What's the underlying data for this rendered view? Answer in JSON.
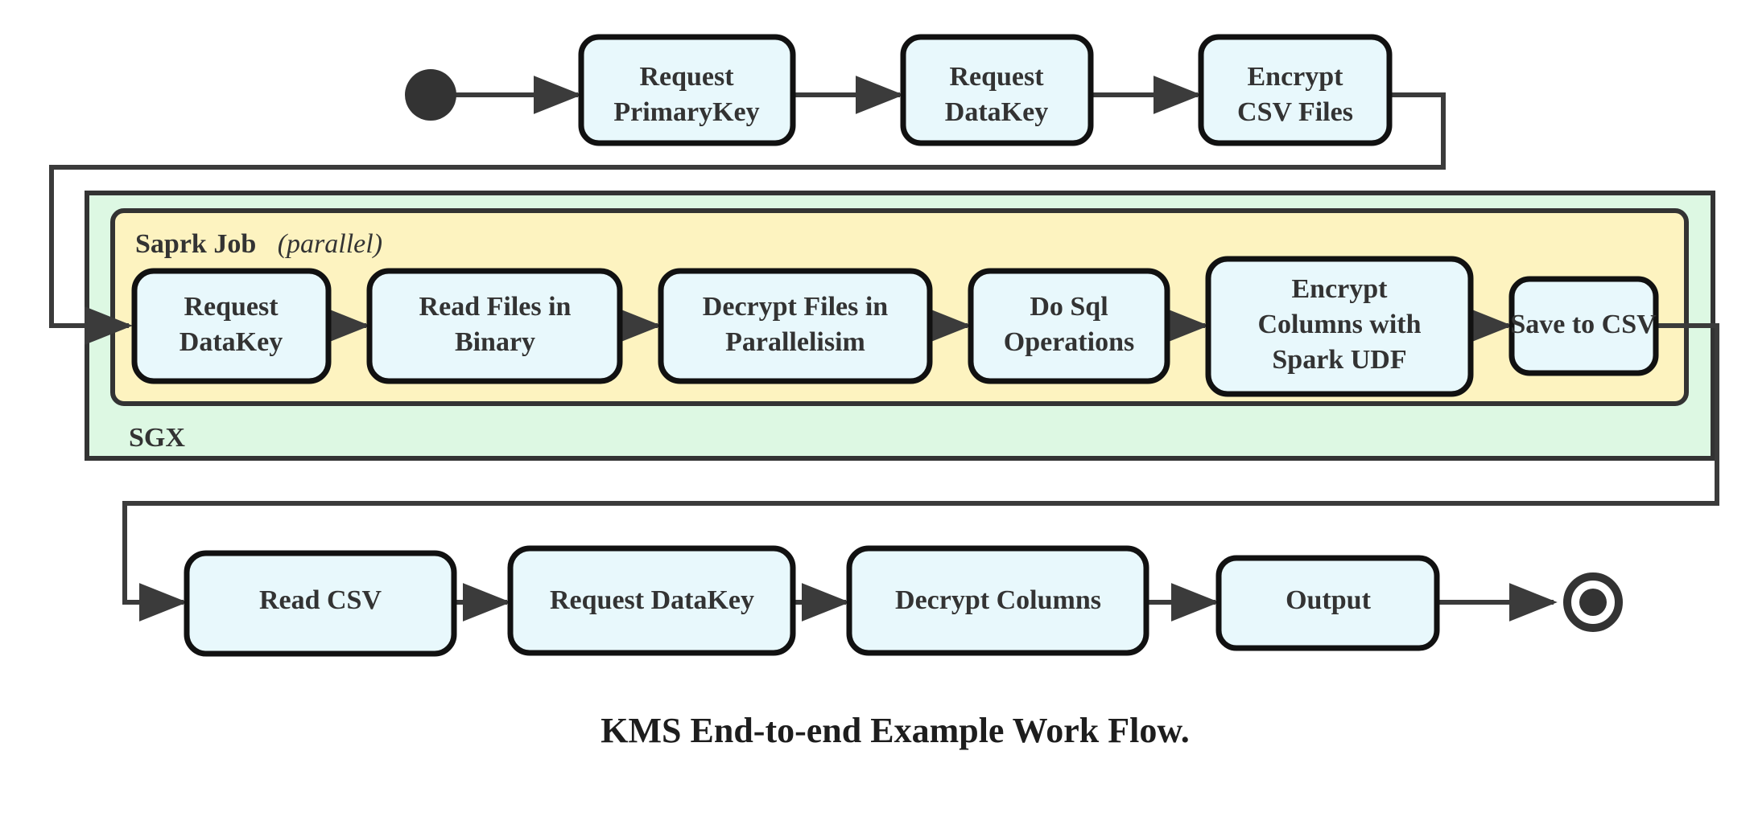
{
  "caption": "KMS End-to-end Example Work Flow.",
  "colors": {
    "node_fill": "#e8f8fc",
    "node_stroke": "#111111",
    "sgx_fill": "#ddf8e3",
    "spark_fill": "#fdf3c0",
    "edge": "#3b3b3b",
    "text": "#333333",
    "background": "#ffffff"
  },
  "terminals": {
    "start_name": "start-node",
    "end_name": "end-node"
  },
  "groups": {
    "sgx": {
      "label": "SGX"
    },
    "spark": {
      "label_bold": "Saprk Job",
      "label_italic": "(parallel)"
    }
  },
  "top_row": [
    {
      "id": "request-primarykey",
      "lines": [
        "Request",
        "PrimaryKey"
      ]
    },
    {
      "id": "request-datakey-top",
      "lines": [
        "Request",
        "DataKey"
      ]
    },
    {
      "id": "encrypt-csv-files",
      "lines": [
        "Encrypt",
        "CSV Files"
      ]
    }
  ],
  "spark_row": [
    {
      "id": "request-datakey-spark",
      "lines": [
        "Request",
        "DataKey"
      ]
    },
    {
      "id": "read-files-in-binary",
      "lines": [
        "Read Files in",
        "Binary"
      ]
    },
    {
      "id": "decrypt-files-in-parallelisim",
      "lines": [
        "Decrypt Files in",
        "Parallelisim"
      ]
    },
    {
      "id": "do-sql-operations",
      "lines": [
        "Do Sql",
        "Operations"
      ]
    },
    {
      "id": "encrypt-columns-with-spark-udf",
      "lines": [
        "Encrypt",
        "Columns with",
        "Spark UDF"
      ]
    },
    {
      "id": "save-to-csv",
      "lines": [
        "Save to CSV"
      ]
    }
  ],
  "bottom_row": [
    {
      "id": "read-csv",
      "lines": [
        "Read CSV"
      ]
    },
    {
      "id": "request-datakey-bottom",
      "lines": [
        "Request DataKey"
      ]
    },
    {
      "id": "decrypt-columns",
      "lines": [
        "Decrypt Columns"
      ]
    },
    {
      "id": "output",
      "lines": [
        "Output"
      ]
    }
  ]
}
